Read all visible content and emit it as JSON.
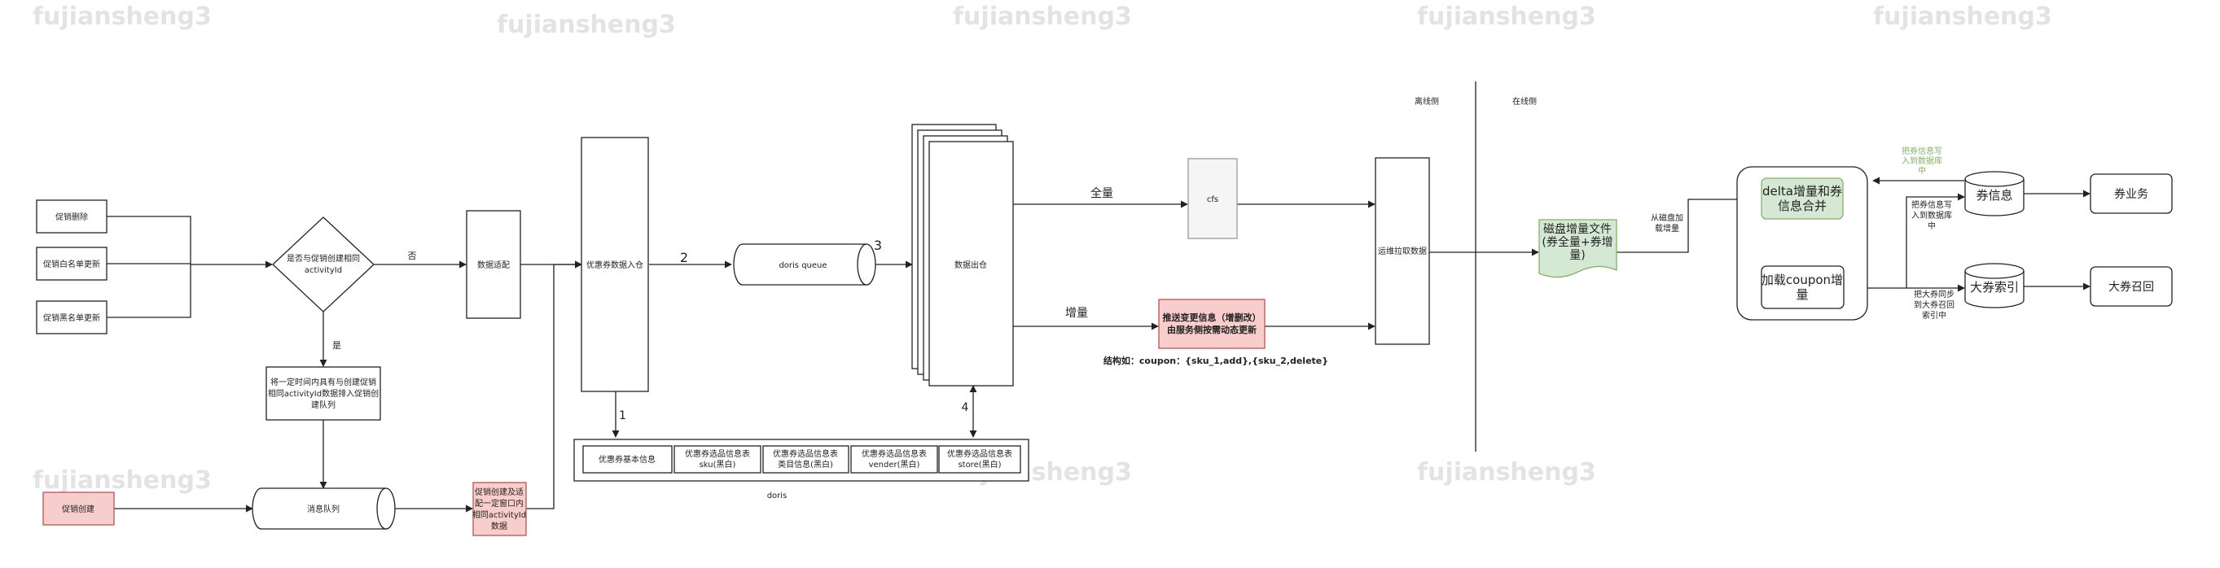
{
  "watermarks": [
    "fujiansheng3",
    "fujiansheng3",
    "fujiansheng3",
    "fujiansheng3",
    "fujiansheng3",
    "fujiansheng3",
    "fujiansheng3",
    "fujiansheng3"
  ],
  "nodes": {
    "promo_delete": "促销删除",
    "promo_whitelist_update": "促销白名单更新",
    "promo_blacklist_update": "促销黑名单更新",
    "decision": [
      "是否与促销创建相同",
      "activityId"
    ],
    "no_label": "否",
    "yes_label": "是",
    "data_adapt": "数据适配",
    "within_time": [
      "将一定时间内具有与创建促销",
      "相同activityId数据排入促销创",
      "建队列"
    ],
    "promo_create": "促销创建",
    "message_queue": "消息队列",
    "promo_create_adapt": [
      "促销创建及适",
      "配一定窗口内",
      "相同activityId",
      "数据"
    ],
    "coupon_in": "优惠券数据入仓",
    "step1": "1",
    "step2": "2",
    "step3": "3",
    "step4": "4",
    "doris_queue": "doris queue",
    "data_out": "数据出仓",
    "doris_tables": [
      [
        "优惠券基本信息"
      ],
      [
        "优惠券选品信息表",
        "sku(黑白)"
      ],
      [
        "优惠券选品信息表",
        "类目信息(黑白)"
      ],
      [
        "优惠券选品信息表",
        "vender(黑白)"
      ],
      [
        "优惠券选品信息表",
        "store(黑白)"
      ]
    ],
    "doris": "doris",
    "full_label": "全量",
    "cfs": "cfs",
    "incr_label": "增量",
    "push_change": [
      "推送变更信息（增删改）",
      "由服务侧按需动态更新"
    ],
    "structure": "结构如：coupon：{sku_1,add},{sku_2,delete}",
    "offline_side": "离线侧",
    "online_side": "在线侧",
    "ops_pull": "运维拉取数据",
    "disk_file": [
      "磁盘增量文件",
      "(券全量+券增",
      "量)"
    ],
    "load_from_disk": [
      "从磁盘加",
      "载增量"
    ],
    "delta_merge": [
      "delta增量和券",
      "信息合并"
    ],
    "load_coupon": [
      "加载coupon增",
      "量"
    ],
    "write_back": [
      "把券信息写",
      "入到数据库",
      "中"
    ],
    "coupon_info": "券信息",
    "coupon_business": "券业务",
    "write_coupon_db": [
      "把券信息写",
      "入到数据库",
      "中"
    ],
    "sync_index": [
      "把大券同步",
      "到大券召回",
      "索引中"
    ],
    "big_index": "大券索引",
    "big_recall": "大券召回"
  }
}
